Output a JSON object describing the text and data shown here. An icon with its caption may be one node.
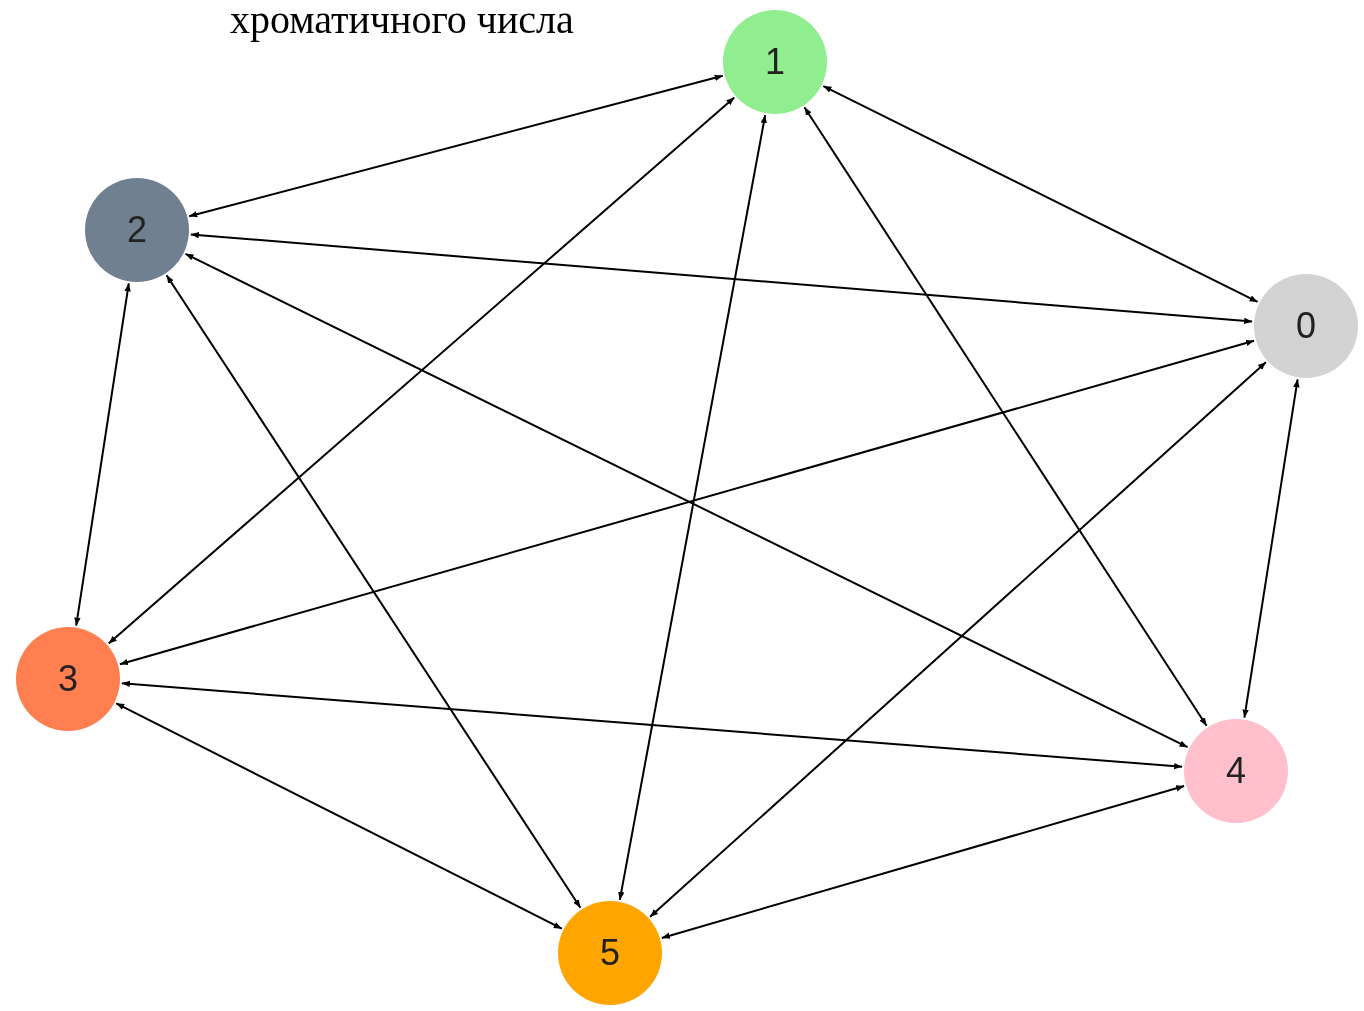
{
  "diagram": {
    "title": "хроматичного числа",
    "nodes": [
      {
        "text": [
          "1"
        ]
      },
      {
        "text": [
          "2"
        ]
      },
      {
        "text": [
          "0"
        ]
      },
      {
        "text": [
          "3"
        ]
      },
      {
        "text": [
          "4"
        ]
      },
      {
        "text": [
          "5"
        ]
      }
    ],
    "edges": [
      {
        "from": 0,
        "to": 1,
        "arrow": "both"
      },
      {
        "from": 0,
        "to": 2,
        "arrow": "both"
      },
      {
        "from": 0,
        "to": 3,
        "arrow": "both"
      },
      {
        "from": 0,
        "to": 4,
        "arrow": "both"
      },
      {
        "from": 0,
        "to": 5,
        "arrow": "both"
      },
      {
        "from": 1,
        "to": 2,
        "arrow": "both"
      },
      {
        "from": 1,
        "to": 3,
        "arrow": "both"
      },
      {
        "from": 1,
        "to": 4,
        "arrow": "both"
      },
      {
        "from": 1,
        "to": 5,
        "arrow": "both"
      },
      {
        "from": 2,
        "to": 3,
        "arrow": "both"
      },
      {
        "from": 2,
        "to": 4,
        "arrow": "both"
      },
      {
        "from": 2,
        "to": 5,
        "arrow": "both"
      },
      {
        "from": 3,
        "to": 4,
        "arrow": "both"
      },
      {
        "from": 3,
        "to": 5,
        "arrow": "both"
      },
      {
        "from": 4,
        "to": 5,
        "arrow": "both"
      }
    ]
  }
}
